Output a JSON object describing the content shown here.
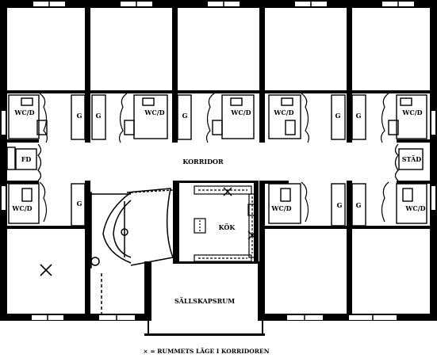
{
  "plan": {
    "labels": {
      "wcd": "WC/D",
      "g": "G",
      "korridor": "KORRIDOR",
      "fd": "FD",
      "stad": "STÄD",
      "kok": "KÖK",
      "sallskapsrum": "SÄLLSKAPSRUM"
    },
    "legend": {
      "symbol": "×",
      "text": "= RUMMETS LÄGE I KORRIDOREN"
    },
    "wall_color": "#000000",
    "background": "#ffffff"
  }
}
